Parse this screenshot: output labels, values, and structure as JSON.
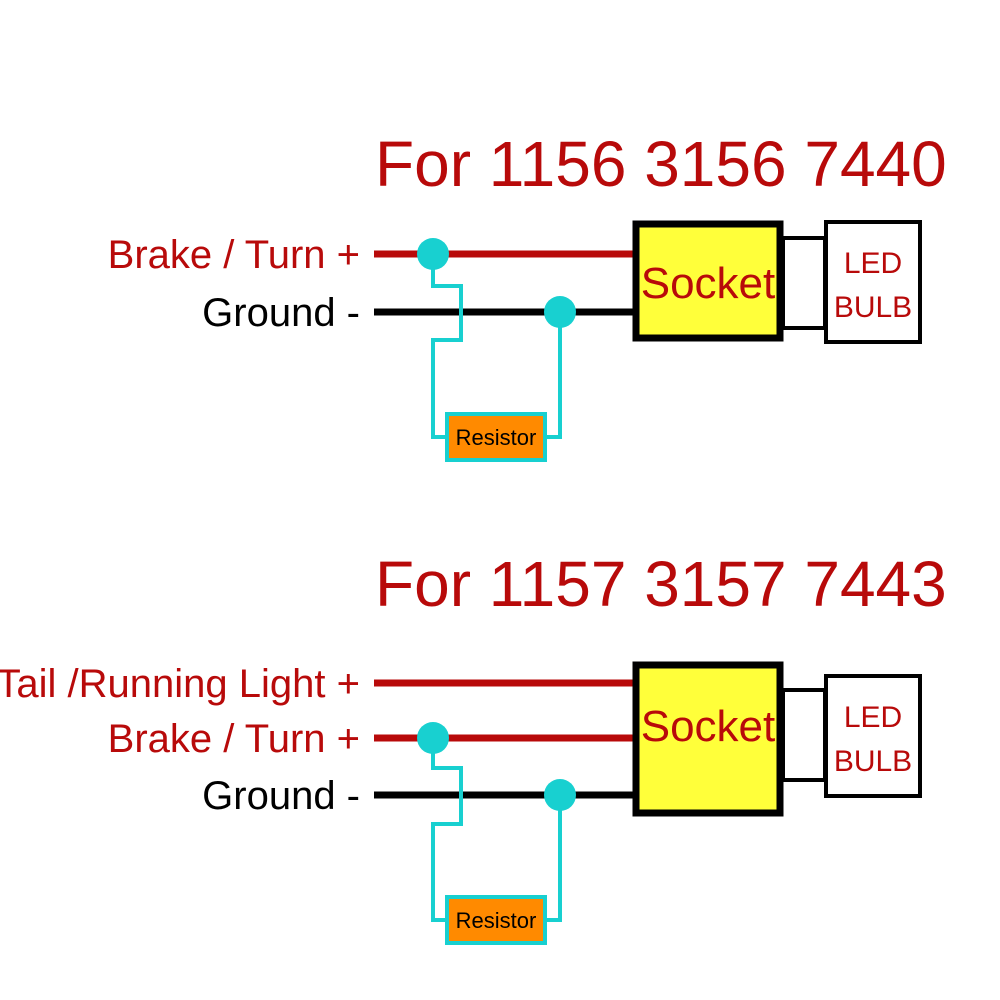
{
  "colors": {
    "positive": "#b80a0a",
    "ground": "#000000",
    "connection": "#18d0d0",
    "socket_fill": "#ffff3a",
    "resistor_fill": "#ff8a00",
    "bulb_fill": "#ffffff",
    "background": "#ffffff"
  },
  "diagram_top": {
    "title": "For 1156 3156 7440",
    "wires": [
      {
        "label": "Brake / Turn +",
        "kind": "positive"
      },
      {
        "label": "Ground -",
        "kind": "ground"
      }
    ],
    "socket_label": "Socket",
    "bulb_line1": "LED",
    "bulb_line2": "BULB",
    "resistor_label": "Resistor"
  },
  "diagram_bottom": {
    "title": "For 1157 3157 7443",
    "wires": [
      {
        "label": "Tail /Running Light +",
        "kind": "positive"
      },
      {
        "label": "Brake / Turn +",
        "kind": "positive"
      },
      {
        "label": "Ground -",
        "kind": "ground"
      }
    ],
    "socket_label": "Socket",
    "bulb_line1": "LED",
    "bulb_line2": "BULB",
    "resistor_label": "Resistor"
  }
}
